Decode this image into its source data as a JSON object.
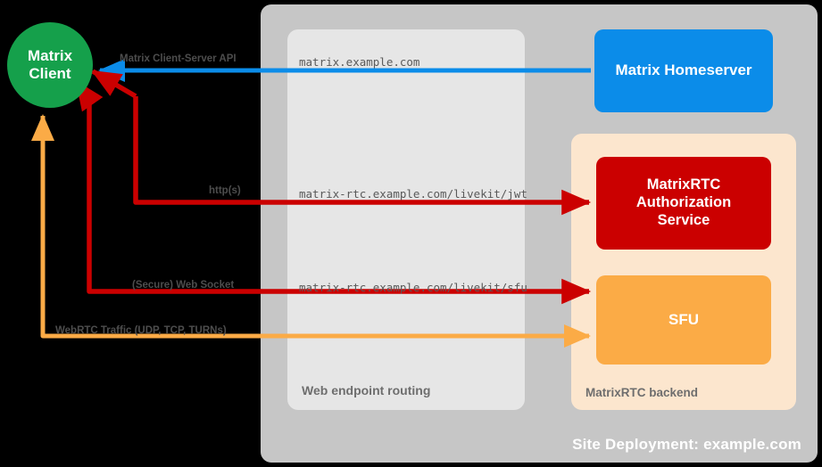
{
  "diagram": {
    "title": "Site Deployment: example.com",
    "colors": {
      "background": "#000000",
      "site_container": "#c6c6c6",
      "routing_panel": "#e6e6e6",
      "backend_panel": "#fce6ce",
      "client": "#15a04b",
      "homeserver": "#0b8ce9",
      "auth_service": "#cb0000",
      "sfu": "#fbab46",
      "arrow_blue": "#0b8ce9",
      "arrow_red": "#cb0000",
      "arrow_orange": "#fbab46",
      "label_text": "#4d4d4d",
      "url_text": "#5a5a5a"
    }
  },
  "containers": {
    "site": {
      "label": "Site Deployment: example.com"
    },
    "routing": {
      "label": "Web endpoint routing"
    },
    "backend": {
      "label": "MatrixRTC backend"
    }
  },
  "nodes": {
    "client": {
      "line1": "Matrix",
      "line2": "Client"
    },
    "homeserver": {
      "label": "Matrix Homeserver"
    },
    "auth": {
      "line1": "MatrixRTC",
      "line2": "Authorization",
      "line3": "Service"
    },
    "sfu": {
      "label": "SFU"
    }
  },
  "connections": [
    {
      "protocol_label": "Matrix Client-Server API",
      "endpoint": "matrix.example.com",
      "color": "#0b8ce9",
      "direction": "to-client"
    },
    {
      "protocol_label": "http(s)",
      "endpoint": "matrix-rtc.example.com/livekit/jwt",
      "color": "#cb0000",
      "direction": "bidirectional"
    },
    {
      "protocol_label": "(Secure) Web Socket",
      "endpoint": "matrix-rtc.example.com/livekit/sfu",
      "color": "#cb0000",
      "direction": "bidirectional"
    },
    {
      "protocol_label": "WebRTC Traffic (UDP, TCP, TURNs)",
      "endpoint": "",
      "color": "#fbab46",
      "direction": "bidirectional"
    }
  ]
}
